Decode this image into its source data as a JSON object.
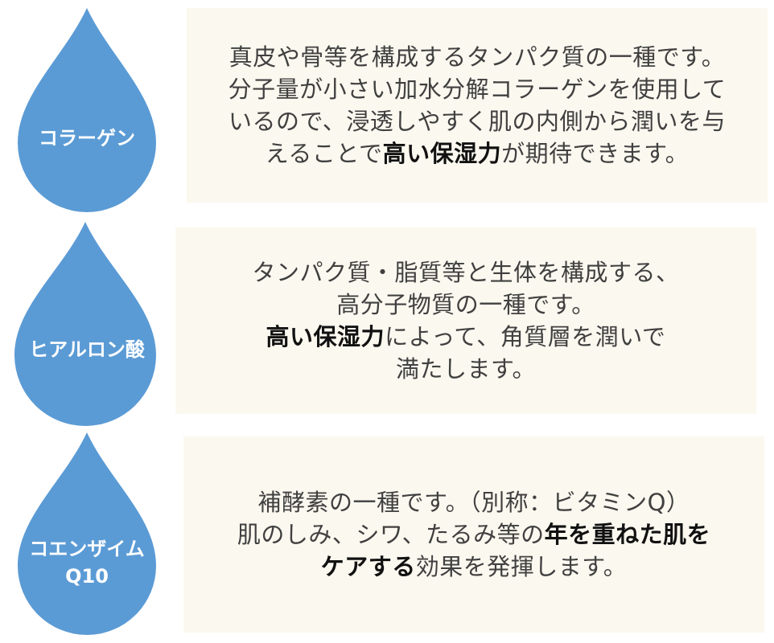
{
  "colors": {
    "drop": "#5b9bd5",
    "panel_bg": "#fbf8ef",
    "text": "#404040",
    "emphasis": "#111111"
  },
  "icons": [
    "water-drop-icon"
  ],
  "items": [
    {
      "name": "コラーゲン",
      "description": [
        [
          "真皮や骨等を構成するタンパク質の一種です。"
        ],
        [
          "分子量が小さい加水分解コラーゲンを使用して"
        ],
        [
          "いるので、浸透しやすく肌の内側から潤いを与"
        ],
        [
          "えることで",
          "高い保湿力",
          "が期待できます。"
        ]
      ]
    },
    {
      "name": "ヒアルロン酸",
      "description": [
        [
          "タンパク質・脂質等と生体を構成する、"
        ],
        [
          "高分子物質の一種です。"
        ],
        [
          "",
          "高い保湿力",
          "によって、角質層を潤いで"
        ],
        [
          "満たします。"
        ]
      ]
    },
    {
      "name_lines": [
        "コエンザイム",
        "Q10"
      ],
      "description": [
        [
          "補酵素の一種です。（別称：ビタミンQ）"
        ],
        [
          "肌のしみ、シワ、たるみ等の",
          "年を重ねた肌を"
        ],
        [
          "",
          "ケアする",
          "効果を発揮します。"
        ]
      ]
    }
  ]
}
